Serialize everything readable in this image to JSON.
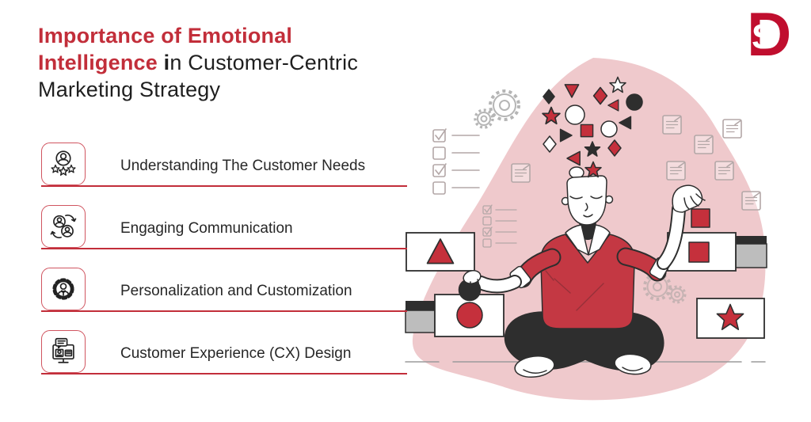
{
  "header": {
    "title_line1": "Importance of Emotional",
    "title_line2_red": "Intelligence ",
    "title_line2_bold": "i",
    "title_line2_rest": "n Customer-Centric",
    "title_line3": "Marketing Strategy"
  },
  "logo": {
    "letter_d": "D",
    "letter_s": "S"
  },
  "list": {
    "items": [
      {
        "label": "Understanding The Customer Needs",
        "icon": "customer-rating-icon"
      },
      {
        "label": "Engaging Communication",
        "icon": "user-exchange-icon"
      },
      {
        "label": "Personalization and Customization",
        "icon": "gear-person-icon"
      },
      {
        "label": "Customer Experience (CX) Design",
        "icon": "monitor-chat-icon"
      }
    ]
  },
  "illustration": {
    "alt": "Person in red shirt meditating cross-legged; geometric shapes (stars, circles, triangles, diamonds, squares) float above the open head; cards show a triangle, circle, square and star; checklists, gears and notes in background",
    "card_shapes": [
      "triangle",
      "circle",
      "square",
      "star"
    ]
  },
  "colors": {
    "title": "#C22E3A",
    "red": "#C5303C",
    "dark": "#2E2E2E",
    "pink": "#EFC9CC",
    "shirt": "#C43843",
    "box_border": "#D05560",
    "gray": "#9B9B9B",
    "deco": "#B3A7A7",
    "gear": "#B5B5B5",
    "gear_pink": "#C6B3B3",
    "logo": "#C00E2E"
  }
}
